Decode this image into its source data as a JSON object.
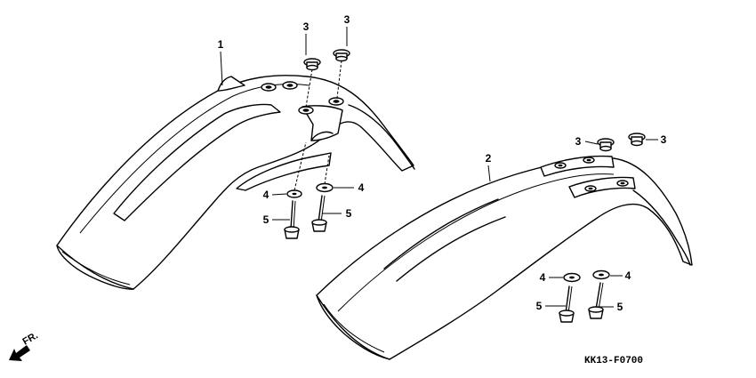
{
  "callouts": {
    "p1": "1",
    "p2": "2",
    "p3a": "3",
    "p3b": "3",
    "p3c": "3",
    "p3d": "3",
    "p4a": "4",
    "p4b": "4",
    "p4c": "4",
    "p4d": "4",
    "p5a": "5",
    "p5b": "5",
    "p5c": "5",
    "p5d": "5"
  },
  "direction_label": "FR.",
  "diagram_code": "KK13-F0700"
}
